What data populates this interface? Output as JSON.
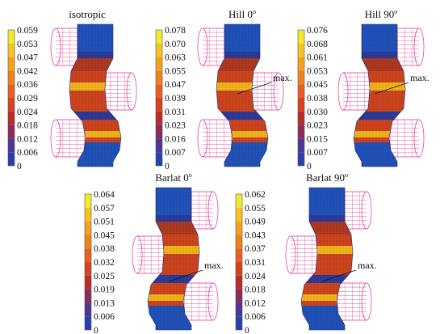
{
  "panels": [
    {
      "title": "isotropic",
      "title_sup": "",
      "max_label": "",
      "legend": [
        "0.059",
        "0.053",
        "0.047",
        "0.042",
        "0.036",
        "0.029",
        "0.024",
        "0.018",
        "0.012",
        "0.006",
        "0"
      ]
    },
    {
      "title": "Hill 0",
      "title_sup": "o",
      "max_label": "max.",
      "legend": [
        "0.078",
        "0.070",
        "0.063",
        "0.055",
        "0.047",
        "0.039",
        "0.031",
        "0.023",
        "0.016",
        "0.007",
        "0"
      ]
    },
    {
      "title": "Hill 90",
      "title_sup": "o",
      "max_label": "max.",
      "legend": [
        "0.076",
        "0.068",
        "0.061",
        "0.053",
        "0.045",
        "0.038",
        "0.030",
        "0.023",
        "0.015",
        "0.007",
        "0"
      ]
    },
    {
      "title": "Barlat 0",
      "title_sup": "o",
      "max_label": "max.",
      "legend": [
        "0.064",
        "0.057",
        "0.051",
        "0.045",
        "0.038",
        "0.032",
        "0.025",
        "0.019",
        "0.013",
        "0.006",
        "0"
      ]
    },
    {
      "title": "Barlat 90",
      "title_sup": "o",
      "max_label": "max.",
      "legend": [
        "0.062",
        "0.055",
        "0.049",
        "0.043",
        "0.037",
        "0.031",
        "0.024",
        "0.018",
        "0.012",
        "0.006",
        "0"
      ]
    }
  ],
  "colors": {
    "scale": [
      "#f2ea2a",
      "#f7c41f",
      "#f4a21e",
      "#ef821d",
      "#ea5f1f",
      "#d8401f",
      "#b82c2a",
      "#8a2a5e",
      "#4f3596",
      "#2a3fae",
      "#2756c0"
    ],
    "roller": "#e0308c",
    "strip_top": "#2253bd",
    "strip_mid": "#d2461f",
    "strip_hot": "#f6b81c",
    "strip_dark": "#b23a22",
    "strip_band": "#2c3c9d"
  }
}
